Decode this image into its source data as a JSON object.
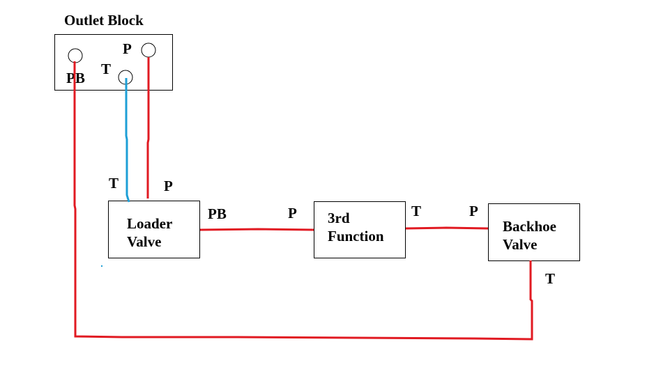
{
  "colors": {
    "pressure_line": "#e11a22",
    "tank_line": "#1e9fd6",
    "outline": "#000000"
  },
  "outlet_block": {
    "title": "Outlet Block",
    "port_pb": "PB",
    "port_p": "P",
    "port_t": "T"
  },
  "loader_valve": {
    "line1": "Loader",
    "line2": "Valve",
    "in_t": "T",
    "in_p": "P",
    "out_pb": "PB"
  },
  "third_function": {
    "line1": "3rd",
    "line2": "Function",
    "in_p": "P",
    "out_t": "T"
  },
  "backhoe_valve": {
    "line1": "Backhoe",
    "line2": "Valve",
    "in_p": "P",
    "out_t": "T"
  }
}
